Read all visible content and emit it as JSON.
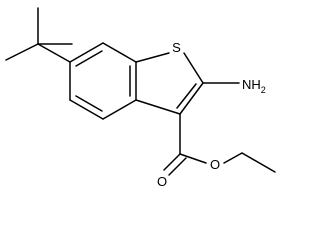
{
  "molecule": {
    "atom_labels": {
      "sulfur": "S",
      "amine": "NH",
      "amine_subscript": "2",
      "carbonyl_oxygen": "O",
      "ester_oxygen": "O"
    }
  },
  "colors": {
    "background": "#ffffff",
    "bond": "#000000",
    "text": "#000000"
  }
}
